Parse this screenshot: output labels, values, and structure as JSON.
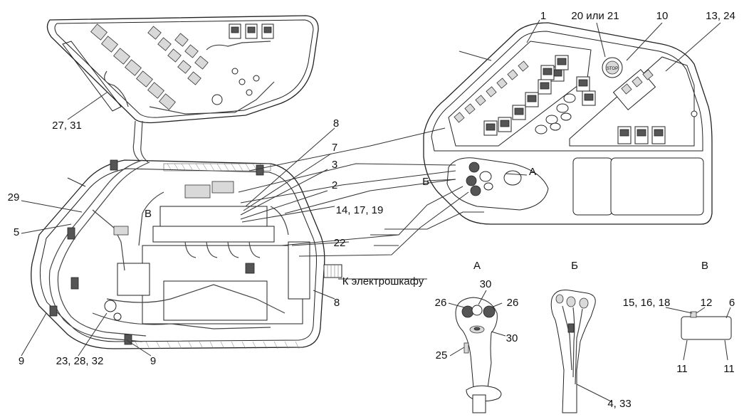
{
  "labels": {
    "l1": "1",
    "l20_21": "20 или 21",
    "l10": "10",
    "l13_24": "13, 24",
    "l27_31": "27, 31",
    "l8a": "8",
    "l7": "7",
    "l3": "3",
    "l2": "2",
    "l14_17_19": "14, 17, 19",
    "l29": "29",
    "l5": "5",
    "lV": "В",
    "l22": "22",
    "lA_arrow": "А",
    "lB_arrow": "Б",
    "l_cabinet": "К электрошкафу",
    "l8b": "8",
    "l9a": "9",
    "l23_28_32": "23, 28, 32",
    "l9b": "9",
    "view_A": "А",
    "view_B": "Б",
    "view_V": "В",
    "l30a": "30",
    "l26a": "26",
    "l26b": "26",
    "l30b": "30",
    "l25": "25",
    "l4_33": "4, 33",
    "l15_16_18": "15, 16, 18",
    "l12": "12",
    "l6": "6",
    "l11a": "11",
    "l11b": "11",
    "stop_text": "STOP"
  }
}
